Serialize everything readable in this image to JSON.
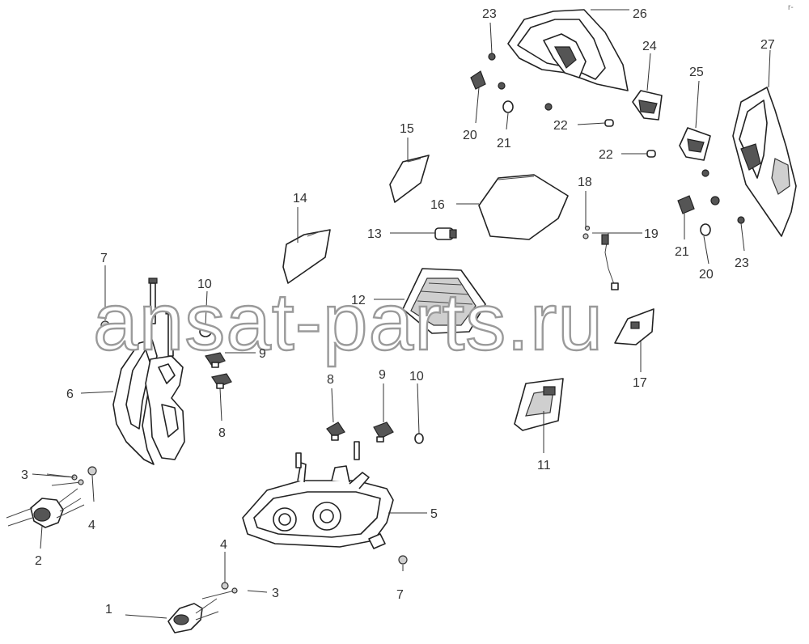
{
  "watermark": "ansat-parts.ru",
  "corner_mark": "r-",
  "callouts": [
    {
      "id": "c1",
      "text": "1"
    },
    {
      "id": "c2",
      "text": "2"
    },
    {
      "id": "c3a",
      "text": "3"
    },
    {
      "id": "c3b",
      "text": "3"
    },
    {
      "id": "c4a",
      "text": "4"
    },
    {
      "id": "c4b",
      "text": "4"
    },
    {
      "id": "c5",
      "text": "5"
    },
    {
      "id": "c6",
      "text": "6"
    },
    {
      "id": "c7a",
      "text": "7"
    },
    {
      "id": "c7b",
      "text": "7"
    },
    {
      "id": "c8a",
      "text": "8"
    },
    {
      "id": "c8b",
      "text": "8"
    },
    {
      "id": "c9a",
      "text": "9"
    },
    {
      "id": "c9b",
      "text": "9"
    },
    {
      "id": "c10a",
      "text": "10"
    },
    {
      "id": "c10b",
      "text": "10"
    },
    {
      "id": "c11",
      "text": "11"
    },
    {
      "id": "c12",
      "text": "12"
    },
    {
      "id": "c13",
      "text": "13"
    },
    {
      "id": "c14",
      "text": "14"
    },
    {
      "id": "c15",
      "text": "15"
    },
    {
      "id": "c16",
      "text": "16"
    },
    {
      "id": "c17",
      "text": "17"
    },
    {
      "id": "c18",
      "text": "18"
    },
    {
      "id": "c19",
      "text": "19"
    },
    {
      "id": "c20a",
      "text": "20"
    },
    {
      "id": "c20b",
      "text": "20"
    },
    {
      "id": "c21a",
      "text": "21"
    },
    {
      "id": "c21b",
      "text": "21"
    },
    {
      "id": "c22a",
      "text": "22"
    },
    {
      "id": "c22b",
      "text": "22"
    },
    {
      "id": "c23a",
      "text": "23"
    },
    {
      "id": "c23b",
      "text": "23"
    },
    {
      "id": "c24",
      "text": "24"
    },
    {
      "id": "c25",
      "text": "25"
    },
    {
      "id": "c26",
      "text": "26"
    },
    {
      "id": "c27",
      "text": "27"
    }
  ]
}
